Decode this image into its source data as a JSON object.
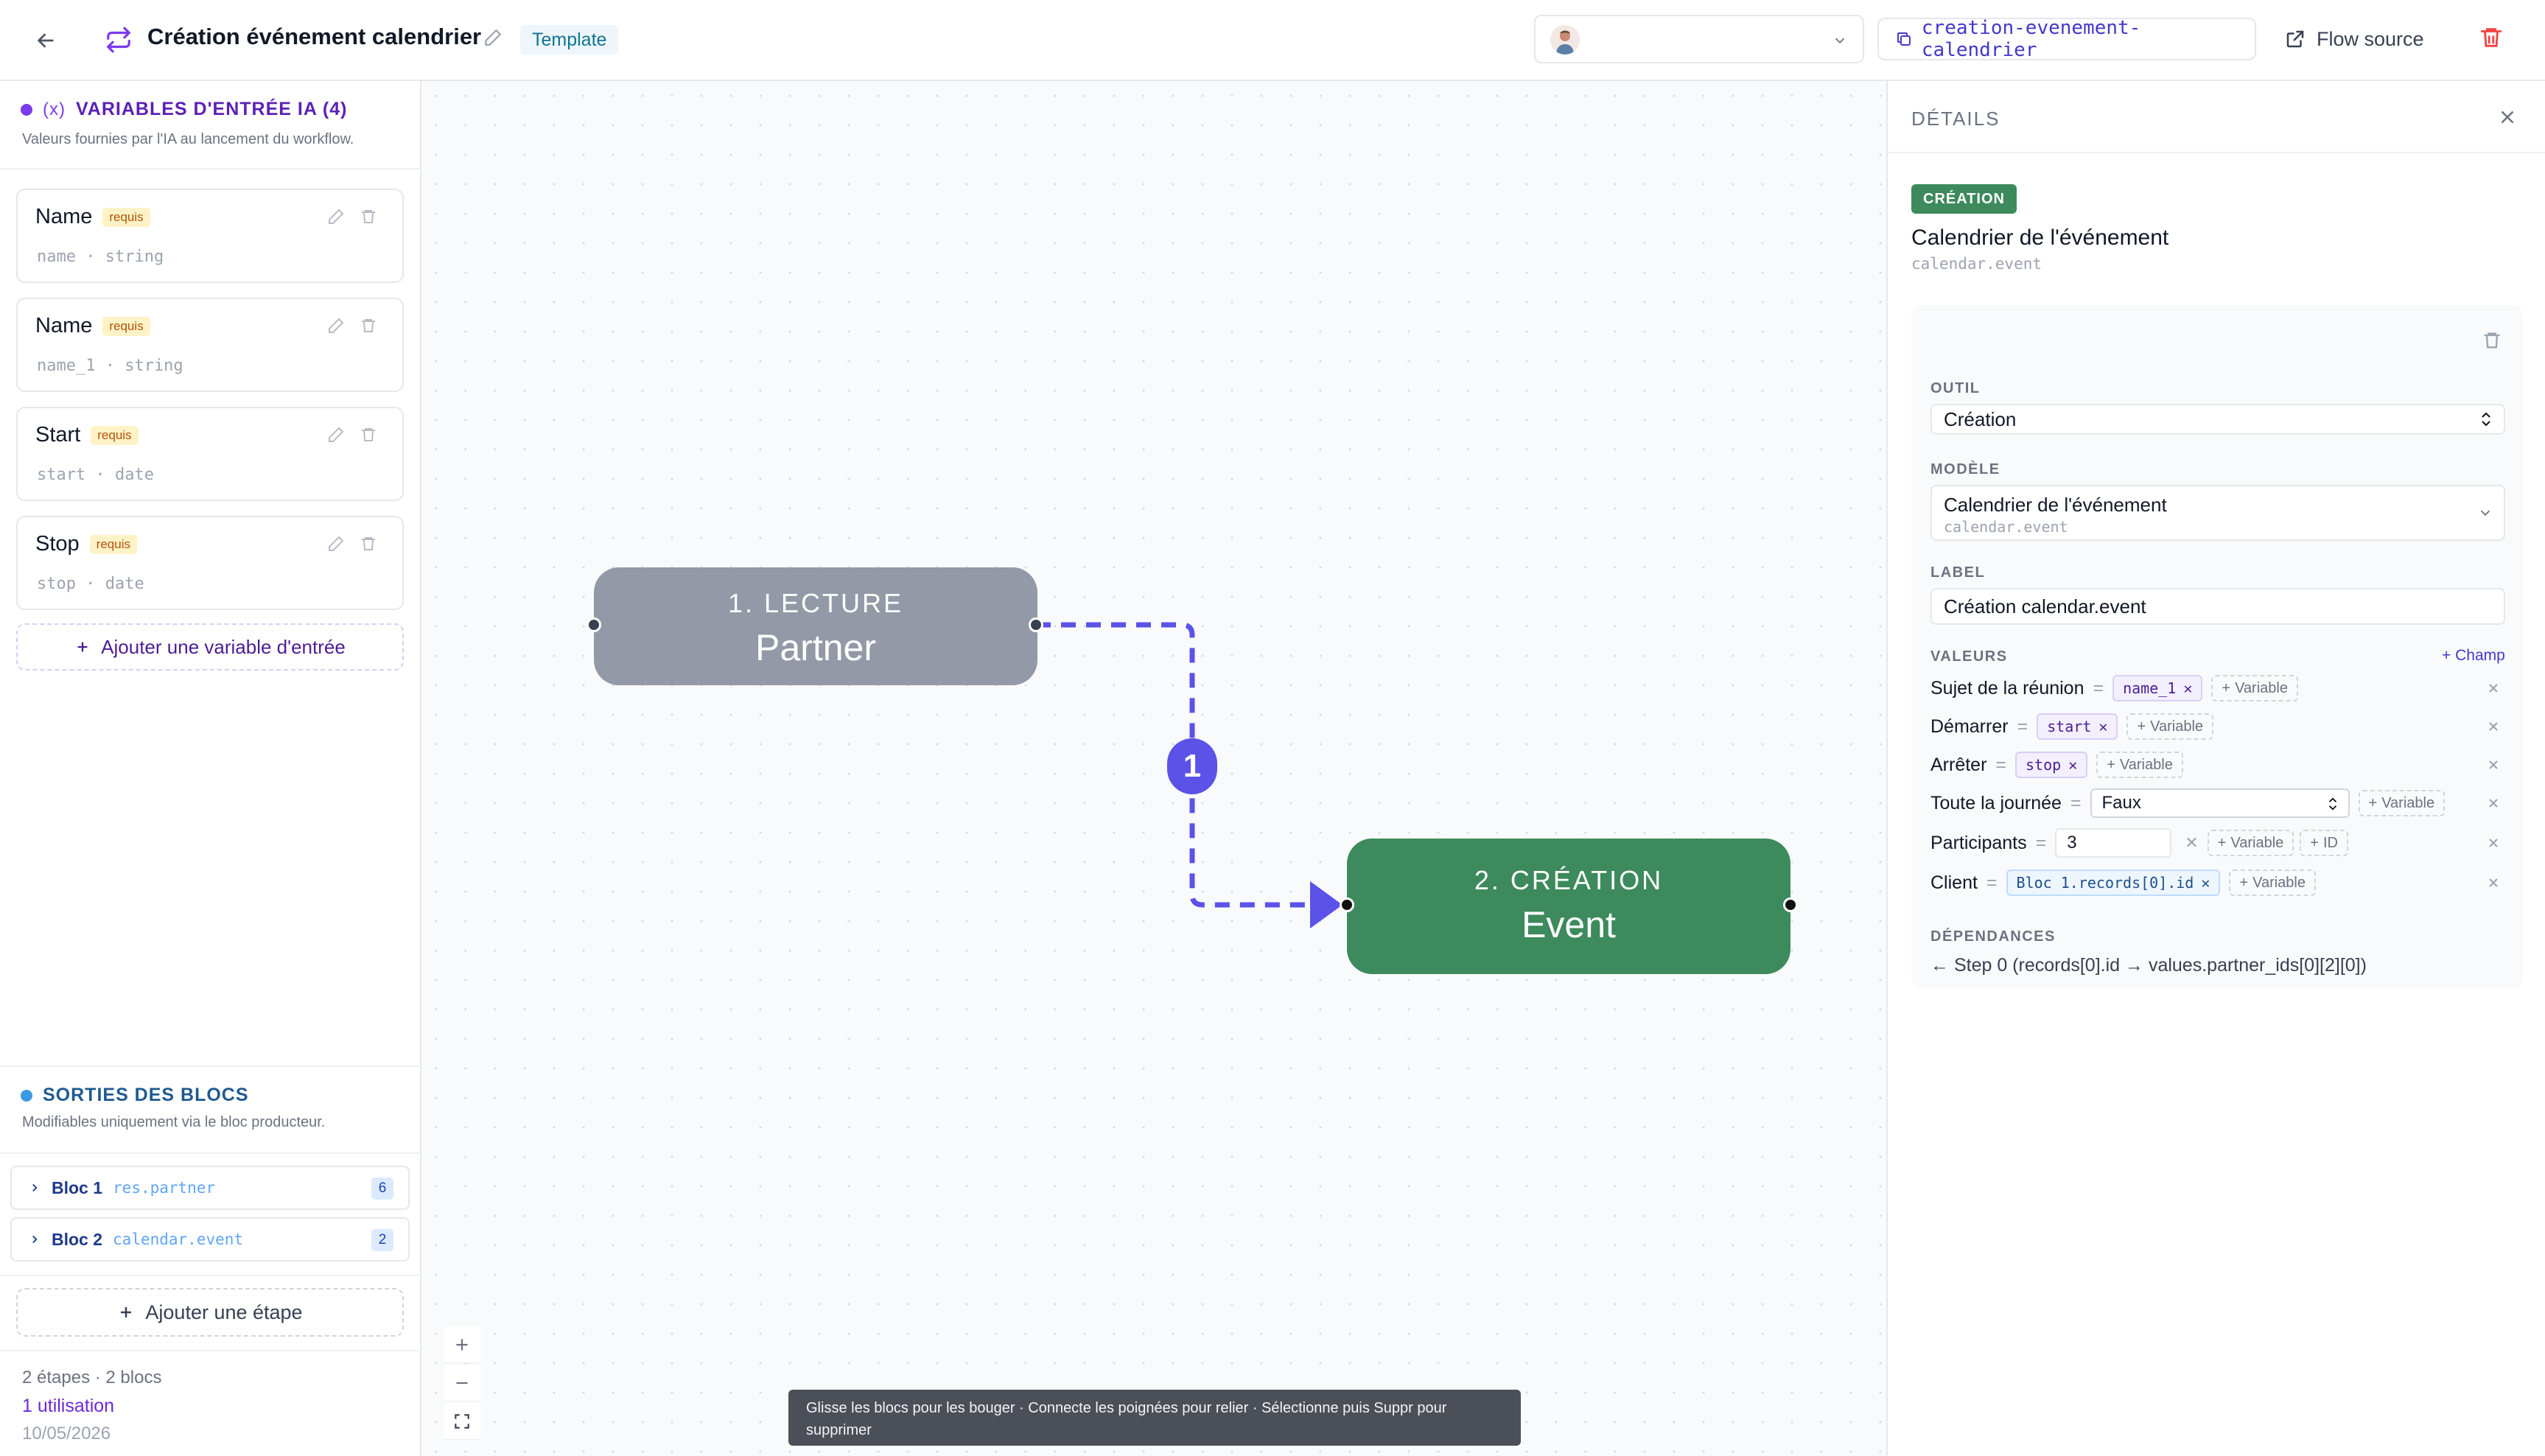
{
  "header": {
    "title": "Création événement calendrier",
    "template_badge": "Template",
    "slug": "creation-evenement-calendrier",
    "flow_source": "Flow source"
  },
  "inputs": {
    "title": "VARIABLES D'ENTRÉE IA (4)",
    "subtitle": "Valeurs fournies par l'IA au lancement du workflow.",
    "required_label": "requis",
    "variables": [
      {
        "name": "Name",
        "key": "name · string"
      },
      {
        "name": "Name",
        "key": "name_1 · string"
      },
      {
        "name": "Start",
        "key": "start · date"
      },
      {
        "name": "Stop",
        "key": "stop · date"
      }
    ],
    "add_label": "Ajouter une variable d'entrée"
  },
  "outputs": {
    "title": "SORTIES DES BLOCS",
    "subtitle": "Modifiables uniquement via le bloc producteur.",
    "blocs": [
      {
        "name": "Bloc 1",
        "model": "res.partner",
        "count": "6"
      },
      {
        "name": "Bloc 2",
        "model": "calendar.event",
        "count": "2"
      }
    ],
    "add_step": "Ajouter une étape",
    "stats": "2 étapes · 2 blocs",
    "usage": "1 utilisation",
    "date": "10/05/2026"
  },
  "canvas": {
    "node1": {
      "kind": "1. LECTURE",
      "name": "Partner",
      "color": "#9399a6"
    },
    "node2": {
      "kind": "2. CRÉATION",
      "name": "Event",
      "color": "#3d8a5c"
    },
    "edge_label": "1",
    "edge_color": "#5b52e8",
    "hint": "Glisse les blocs pour les bouger · Connecte les poignées pour relier · Sélectionne puis Suppr pour supprimer"
  },
  "details": {
    "title": "DÉTAILS",
    "badge": "CRÉATION",
    "name": "Calendrier de l'événement",
    "model": "calendar.event",
    "tool_label": "OUTIL",
    "tool_value": "Création",
    "model_label": "MODÈLE",
    "model_value": "Calendrier de l'événement",
    "model_tech": "calendar.event",
    "label_label": "LABEL",
    "label_value": "Création calendar.event",
    "values_label": "VALEURS",
    "add_field": "+ Champ",
    "variable_btn": "Variable",
    "id_btn": "ID",
    "values": {
      "r1": {
        "field": "Sujet de la réunion",
        "chip": "name_1"
      },
      "r2": {
        "field": "Démarrer",
        "chip": "start"
      },
      "r3": {
        "field": "Arrêter",
        "chip": "stop"
      },
      "r4": {
        "field": "Toute la journée",
        "select": "Faux"
      },
      "r5": {
        "field": "Participants",
        "number": "3"
      },
      "r6": {
        "field": "Client",
        "chip": "Bloc 1.records[0].id"
      }
    },
    "deps_label": "DÉPENDANCES",
    "deps_value": "← Step 0 (records[0].id → values.partner_ids[0][2][0])"
  }
}
